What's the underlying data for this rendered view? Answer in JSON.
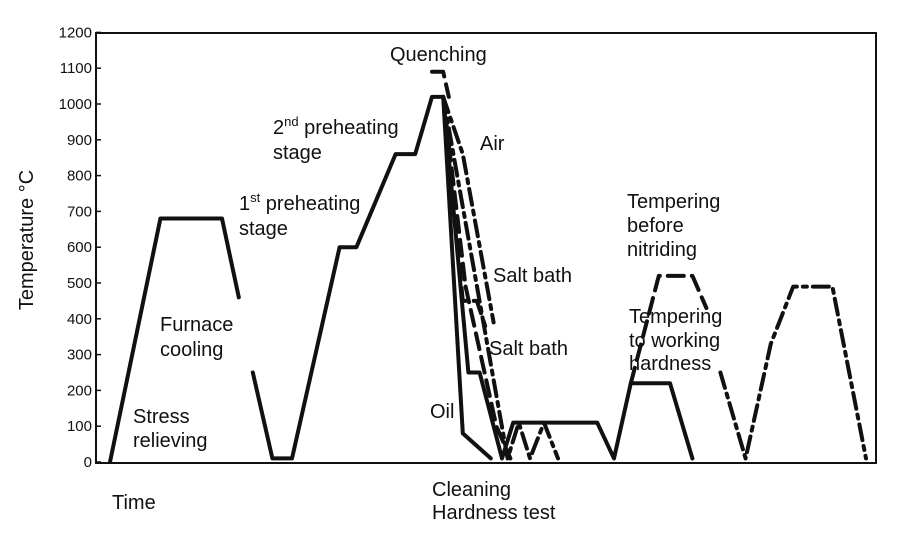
{
  "chart_data": {
    "type": "line",
    "title": "",
    "ylabel": "Temperature °C",
    "xlabel": "Time",
    "ylim": [
      0,
      1200
    ],
    "yticks": [
      0,
      100,
      200,
      300,
      400,
      500,
      600,
      700,
      800,
      900,
      1000,
      1100,
      1200
    ],
    "x_unit": "relative time (schematic, no scale)",
    "series": [
      {
        "style": "solid",
        "points": [
          [
            0,
            0
          ],
          [
            18,
            680
          ],
          [
            40,
            680
          ],
          [
            46,
            460
          ]
        ]
      },
      {
        "style": "solid",
        "points": [
          [
            51,
            250
          ],
          [
            58,
            10
          ],
          [
            65,
            10
          ],
          [
            82,
            600
          ],
          [
            88,
            600
          ],
          [
            102,
            860
          ],
          [
            109,
            860
          ],
          [
            115,
            1020
          ],
          [
            119,
            1020
          ],
          [
            126,
            80
          ],
          [
            136,
            10
          ]
        ]
      },
      {
        "style": "solid",
        "points": [
          [
            119,
            1020
          ],
          [
            128,
            250
          ],
          [
            132,
            250
          ],
          [
            140,
            10
          ],
          [
            144,
            110
          ],
          [
            174,
            110
          ],
          [
            180,
            10
          ],
          [
            186,
            220
          ],
          [
            200,
            220
          ],
          [
            208,
            10
          ]
        ]
      },
      {
        "style": "dashed",
        "points": [
          [
            115,
            1090
          ],
          [
            119,
            1090
          ],
          [
            121,
            1020
          ]
        ]
      },
      {
        "style": "dashed",
        "points": [
          [
            119,
            1020
          ],
          [
            126,
            450
          ],
          [
            131,
            450
          ],
          [
            134,
            380
          ]
        ]
      },
      {
        "style": "dash-dot",
        "points": [
          [
            119,
            1020
          ],
          [
            126,
            860
          ],
          [
            137,
            390
          ]
        ]
      },
      {
        "style": "dash-dot",
        "points": [
          [
            119,
            1020
          ],
          [
            142,
            10
          ],
          [
            146,
            110
          ],
          [
            150,
            10
          ],
          [
            155,
            110
          ],
          [
            160,
            10
          ]
        ]
      },
      {
        "style": "dashed",
        "points": [
          [
            119,
            1020
          ],
          [
            127,
            490
          ]
        ]
      },
      {
        "style": "dashed",
        "points": [
          [
            127,
            490
          ],
          [
            138,
            100
          ],
          [
            143,
            10
          ]
        ]
      },
      {
        "style": "dashed",
        "points": [
          [
            186,
            220
          ],
          [
            196,
            520
          ],
          [
            208,
            520
          ],
          [
            213,
            430
          ]
        ]
      },
      {
        "style": "dash-dot",
        "points": [
          [
            218,
            250
          ],
          [
            227,
            10
          ],
          [
            236,
            330
          ],
          [
            244,
            490
          ],
          [
            258,
            490
          ],
          [
            270,
            10
          ]
        ]
      }
    ],
    "annotations": {
      "stress_relieving": [
        "Stress",
        "relieving"
      ],
      "furnace_cooling": [
        "Furnace",
        "cooling"
      ],
      "preheat1": {
        "num": "1",
        "sup": "st",
        "rest": " preheating",
        "line2": "stage"
      },
      "preheat2": {
        "num": "2",
        "sup": "nd",
        "rest": " preheating",
        "line2": "stage"
      },
      "quenching": "Quenching",
      "air": "Air",
      "salt_bath_1": "Salt bath",
      "salt_bath_2": "Salt bath",
      "oil": "Oil",
      "tempering_nitriding": [
        "Tempering",
        "before",
        "nitriding"
      ],
      "tempering_hardness": [
        "Tempering",
        "to working",
        "hardness"
      ],
      "cleaning": [
        "Cleaning",
        "Hardness test"
      ]
    }
  }
}
